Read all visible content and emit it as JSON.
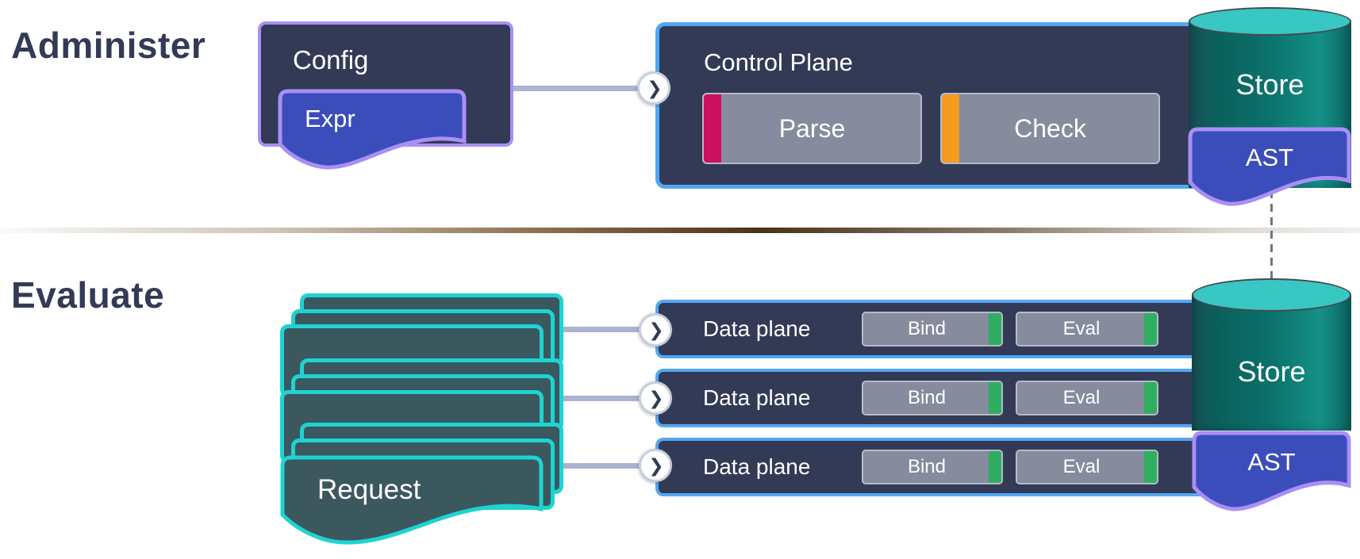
{
  "titles": {
    "administer": "Administer",
    "evaluate": "Evaluate"
  },
  "administer": {
    "config": {
      "label": "Config",
      "artifact": "Expr"
    },
    "control_plane": {
      "title": "Control Plane",
      "steps": [
        {
          "label": "Parse",
          "accent": "#ce1060"
        },
        {
          "label": "Check",
          "accent": "#f49b20"
        }
      ]
    },
    "store": {
      "label": "Store",
      "artifact": "AST"
    }
  },
  "evaluate": {
    "request": {
      "label": "Request"
    },
    "data_planes": [
      {
        "label": "Data plane",
        "steps": [
          {
            "label": "Bind",
            "accent": "#2fae62"
          },
          {
            "label": "Eval",
            "accent": "#2fae62"
          }
        ]
      },
      {
        "label": "Data plane",
        "steps": [
          {
            "label": "Bind",
            "accent": "#2fae62"
          },
          {
            "label": "Eval",
            "accent": "#2fae62"
          }
        ]
      },
      {
        "label": "Data plane",
        "steps": [
          {
            "label": "Bind",
            "accent": "#2fae62"
          },
          {
            "label": "Eval",
            "accent": "#2fae62"
          }
        ]
      }
    ],
    "store": {
      "label": "Store",
      "artifact": "AST"
    }
  },
  "icons": {
    "chevron": "❯"
  },
  "colors": {
    "panel": "#333a56",
    "panel_border_blue": "#52a7f5",
    "purple_border": "#a98ff5",
    "doc_blue": "#3b4dbb",
    "step_gray": "#868b9d",
    "parse_accent": "#ce1060",
    "check_accent": "#f49b20",
    "bind_eval_accent": "#2fae62",
    "request_cyan": "#1ed3d2",
    "request_fill": "#3a585e",
    "cylinder_top": "#38c7c3",
    "connector": "#aab3cf",
    "title_text": "#333a56"
  }
}
